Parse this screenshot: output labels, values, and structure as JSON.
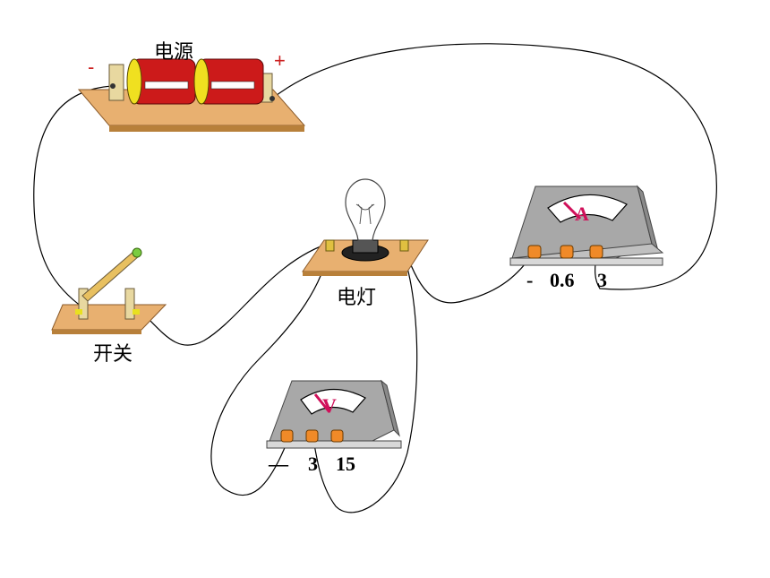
{
  "labels": {
    "power_source": "电源",
    "lamp": "电灯",
    "switch": "开关"
  },
  "ammeter": {
    "symbol": "A",
    "terminals": [
      "-",
      "0.6",
      "3"
    ]
  },
  "voltmeter": {
    "symbol": "V",
    "terminals": [
      "—",
      "3",
      "15"
    ]
  },
  "battery": {
    "minus_sign": "-",
    "plus_sign": "+"
  },
  "colors": {
    "battery_body": "#cc1a1a",
    "battery_cap": "#f0e020",
    "wood_board": "#e8b070",
    "meter_body": "#a8a8a8",
    "terminal": "#f08a28",
    "needle": "#d0105a",
    "wire": "#000000"
  }
}
